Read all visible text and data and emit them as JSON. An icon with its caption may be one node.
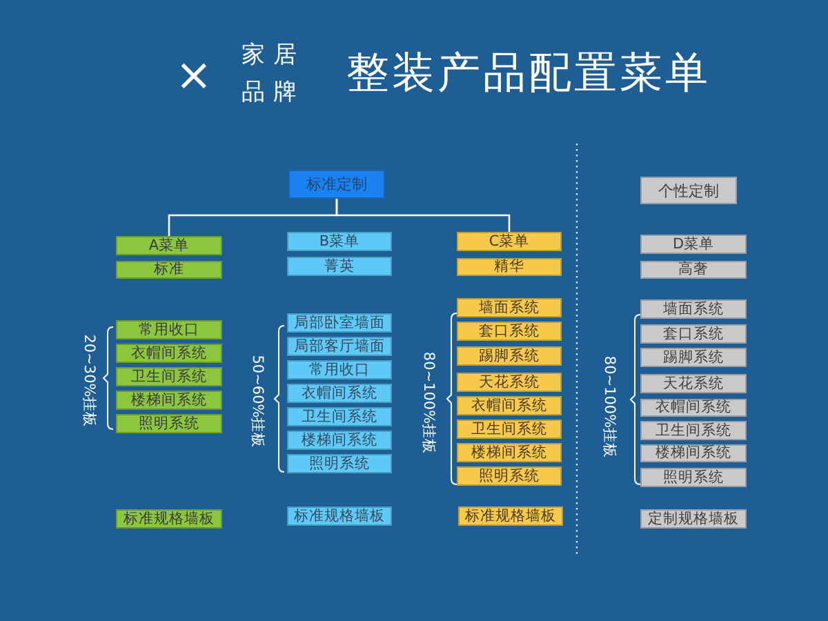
{
  "diagram": {
    "title": "整装产品配置菜单",
    "nodes": [
      {
        "text": [
          "标准定制"
        ]
      },
      {
        "text": [
          "A菜单"
        ]
      },
      {
        "text": [
          "标准"
        ]
      },
      {
        "text": [
          "常用收口"
        ]
      },
      {
        "text": [
          "衣帽间系统"
        ]
      },
      {
        "text": [
          "卫生间系统"
        ]
      },
      {
        "text": [
          "楼梯间系统"
        ]
      },
      {
        "text": [
          "照明系统"
        ]
      },
      {
        "text": [
          "标准规格墙板"
        ]
      },
      {
        "text": [
          "B菜单"
        ]
      },
      {
        "text": [
          "菁英"
        ]
      },
      {
        "text": [
          "局部卧室墙面"
        ]
      },
      {
        "text": [
          "局部客厅墙面"
        ]
      },
      {
        "text": [
          "常用收口"
        ]
      },
      {
        "text": [
          "衣帽间系统"
        ]
      },
      {
        "text": [
          "卫生间系统"
        ]
      },
      {
        "text": [
          "楼梯间系统"
        ]
      },
      {
        "text": [
          "照明系统"
        ]
      },
      {
        "text": [
          "标准规格墙板"
        ]
      },
      {
        "text": [
          "C菜单"
        ]
      },
      {
        "text": [
          "精华"
        ]
      },
      {
        "text": [
          "墙面系统"
        ]
      },
      {
        "text": [
          "套口系统"
        ]
      },
      {
        "text": [
          "踢脚系统"
        ]
      },
      {
        "text": [
          "天花系统"
        ]
      },
      {
        "text": [
          "衣帽间系统"
        ]
      },
      {
        "text": [
          "卫生间系统"
        ]
      },
      {
        "text": [
          "楼梯间系统"
        ]
      },
      {
        "text": [
          "照明系统"
        ]
      },
      {
        "text": [
          "标准规格墙板"
        ]
      },
      {
        "text": [
          "个性定制"
        ]
      },
      {
        "text": [
          "D菜单"
        ]
      },
      {
        "text": [
          "高奢"
        ]
      },
      {
        "text": [
          "墙面系统"
        ]
      },
      {
        "text": [
          "套口系统"
        ]
      },
      {
        "text": [
          "踢脚系统"
        ]
      },
      {
        "text": [
          "天花系统"
        ]
      },
      {
        "text": [
          "衣帽间系统"
        ]
      },
      {
        "text": [
          "卫生间系统"
        ]
      },
      {
        "text": [
          "楼梯间系统"
        ]
      },
      {
        "text": [
          "照明系统"
        ]
      },
      {
        "text": [
          "定制规格墙板"
        ]
      }
    ],
    "edges": [
      {
        "from": 0,
        "to": 1,
        "arrow": "none"
      },
      {
        "from": 0,
        "to": 19,
        "arrow": "none"
      }
    ],
    "labels": [
      "×",
      "家居品牌",
      "20~30%挂板",
      "50~60%挂板",
      "80~100%挂板",
      "80~100%挂板"
    ]
  }
}
